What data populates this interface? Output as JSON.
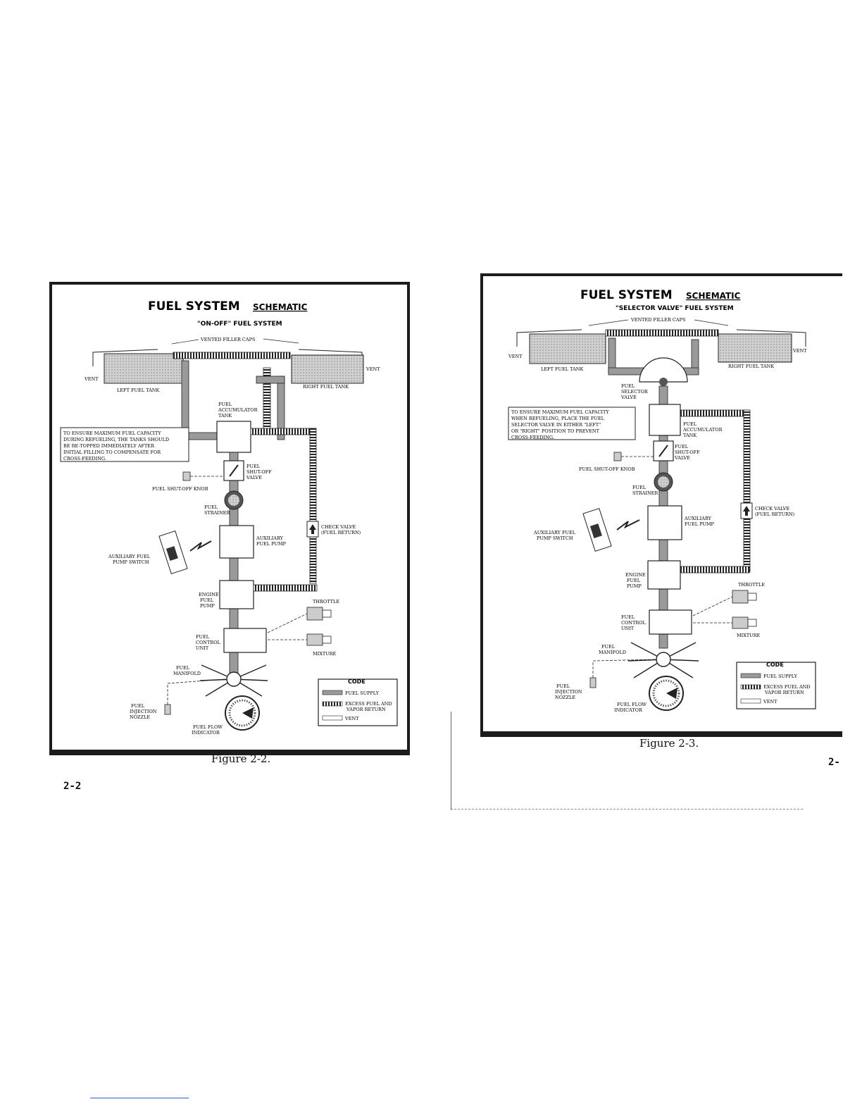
{
  "left_page": {
    "title": "FUEL SYSTEM",
    "title_tag": "SCHEMATIC",
    "subtitle": "\"ON-OFF\" FUEL SYSTEM",
    "labels": {
      "vented_filler_caps": "VENTED FILLER CAPS",
      "vent_left": "VENT",
      "vent_right": "VENT",
      "left_fuel_tank": "LEFT FUEL TANK",
      "right_fuel_tank": "RIGHT FUEL TANK",
      "fuel_accumulator_tank": [
        "FUEL",
        "ACCUMULATOR",
        "TANK"
      ],
      "fuel_shutoff_valve": [
        "FUEL",
        "SHUT-OFF",
        "VALVE"
      ],
      "fuel_shutoff_knob": "FUEL SHUT-OFF KNOB",
      "fuel_strainer": [
        "FUEL",
        "STRAINER"
      ],
      "check_valve": [
        "CHECK VALVE",
        "(FUEL RETURN)"
      ],
      "auxiliary_fuel_pump": [
        "AUXILIARY",
        "FUEL PUMP"
      ],
      "auxiliary_fuel_pump_switch": [
        "AUXILIARY FUEL",
        "PUMP SWITCH"
      ],
      "engine_fuel_pump": [
        "ENGINE",
        "FUEL",
        "PUMP"
      ],
      "throttle": "THROTTLE",
      "fuel_control_unit": [
        "FUEL",
        "CONTROL",
        "UNIT"
      ],
      "mixture": "MIXTURE",
      "fuel_manifold": [
        "FUEL",
        "MANIFOLD"
      ],
      "fuel_injection_nozzle": [
        "FUEL",
        "INJECTION",
        "NOZZLE"
      ],
      "fuel_flow_indicator": [
        "FUEL FLOW",
        "INDICATOR"
      ]
    },
    "note": [
      "TO ENSURE MAXIMUM FUEL CAPACITY",
      "DURING REFUELING, THE TANKS SHOULD",
      "BE RE-TOPPED IMMEDIATELY AFTER",
      "INITIAL FILLING TO COMPENSATE FOR",
      "CROSS-FEEDING."
    ],
    "caption": "Figure 2-2.",
    "page_number": "2-2"
  },
  "right_page": {
    "title": "FUEL SYSTEM",
    "title_tag": "SCHEMATIC",
    "subtitle": "\"SELECTOR VALVE\" FUEL SYSTEM",
    "labels": {
      "vented_filler_caps": "VENTED FILLER CAPS",
      "vent_left": "VENT",
      "vent_right": "VENT",
      "left_fuel_tank": "LEFT FUEL TANK",
      "right_fuel_tank": "RIGHT FUEL TANK",
      "fuel_selector_valve": [
        "FUEL",
        "SELECTOR",
        "VALVE"
      ],
      "fuel_accumulator_tank": [
        "FUEL",
        "ACCUMULATOR",
        "TANK"
      ],
      "fuel_shutoff_valve": [
        "FUEL",
        "SHUT-OFF",
        "VALVE"
      ],
      "fuel_shutoff_knob": "FUEL SHUT-OFF KNOB",
      "fuel_strainer": [
        "FUEL",
        "STRAINER"
      ],
      "check_valve": [
        "CHECK VALVE",
        "(FUEL RETURN)"
      ],
      "auxiliary_fuel_pump": [
        "AUXILIARY",
        "FUEL PUMP"
      ],
      "auxiliary_fuel_pump_switch": [
        "AUXILIARY FUEL",
        "PUMP SWITCH"
      ],
      "engine_fuel_pump": [
        "ENGINE",
        "FUEL",
        "PUMP"
      ],
      "throttle": "THROTTLE",
      "fuel_control_unit": [
        "FUEL",
        "CONTROL",
        "UNIT"
      ],
      "mixture": "MIXTURE",
      "fuel_manifold": [
        "FUEL",
        "MANIFOLD"
      ],
      "fuel_injection_nozzle": [
        "FUEL",
        "INJECTION",
        "NOZZLE"
      ],
      "fuel_flow_indicator": [
        "FUEL FLOW",
        "INDICATOR"
      ]
    },
    "note": [
      "TO ENSURE MAXIMUM FUEL CAPACITY",
      "WHEN REFUELING, PLACE THE FUEL",
      "SELECTOR VALVE IN EITHER \"LEFT\"",
      "OR \"RIGHT\" POSITION TO PREVENT",
      "CROSS-FEEDING."
    ],
    "caption": "Figure 2-3.",
    "page_number": "2-"
  },
  "code_legend": {
    "title": "CODE",
    "items": [
      "FUEL SUPPLY",
      [
        "EXCESS FUEL AND",
        "VAPOR RETURN"
      ],
      "VENT"
    ]
  },
  "colors": {
    "frame": "#1c1c1c",
    "tank_fill": "#c8c8c8",
    "supply_fill": "#9a9a9a"
  }
}
